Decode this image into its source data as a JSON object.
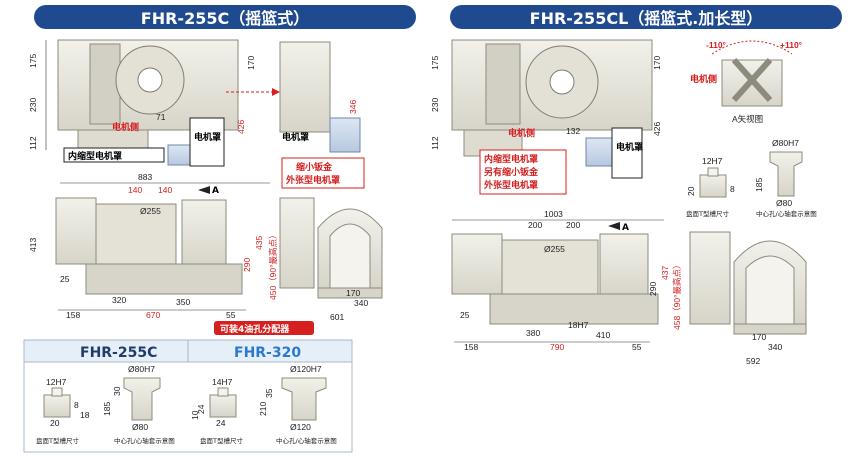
{
  "left": {
    "title": "FHR-255C（摇篮式）",
    "top_dims": {
      "h175": "175",
      "h230": "230",
      "h112": "112",
      "w71": "71",
      "h170": "170",
      "h346": "346",
      "h426": "426"
    },
    "labels": {
      "motor_side": "电机侧",
      "motor_cover": "电机罩",
      "inner_cover": "内缩型电机罩",
      "outer_cover_l1": "缩小钣金",
      "outer_cover_l2": "外张型电机罩"
    },
    "front_dims": {
      "w883": "883",
      "w140a": "140",
      "w140b": "140",
      "d255": "Ø255",
      "h413": "413",
      "h290": "290",
      "h435": "435",
      "h450": "450（90°最高点）",
      "h25": "25",
      "w320": "320",
      "w350": "350",
      "w158": "158",
      "w670": "670",
      "w55": "55",
      "w170": "170",
      "w340": "340",
      "w601": "601"
    },
    "arrow_a": "A",
    "oil_note": "可装4油孔分配器"
  },
  "right": {
    "title": "FHR-255CL（摇篮式.加长型）",
    "top_dims": {
      "h175": "175",
      "h230": "230",
      "h112": "112",
      "w132": "132",
      "h170": "170",
      "h426": "426"
    },
    "labels": {
      "motor_side": "电机侧",
      "motor_cover": "电机罩",
      "inner_cover": "内缩型电机罩",
      "outer_l1": "另有缩小钣金",
      "outer_l2": "外张型电机罩"
    },
    "angle_view": {
      "neg": "-110°",
      "pos": "+110°",
      "motor_side": "电机侧",
      "caption": "A矢视图"
    },
    "tslot": {
      "h12": "12H7",
      "d80": "Ø80H7",
      "h20": "20",
      "h185": "185",
      "h8": "8",
      "d80b": "Ø80",
      "cap1": "盘面T型槽尺寸",
      "cap2": "中心孔/心轴套示意图"
    },
    "front_dims": {
      "w1003": "1003",
      "w200a": "200",
      "w200b": "200",
      "d255": "Ø255",
      "arrow_a": "A",
      "h290": "290",
      "h437": "437",
      "h458": "458（90°最高点）",
      "h25": "25",
      "w18": "18H7",
      "w380": "380",
      "w410": "410",
      "w158": "158",
      "w790": "790",
      "w55": "55",
      "w170": "170",
      "w340": "340",
      "w592": "592"
    }
  },
  "bottom": {
    "fhr255c": {
      "title": "FHR-255C",
      "h12": "12H7",
      "d80": "Ø80H7",
      "h185": "185",
      "h8": "8",
      "h30": "30",
      "w20": "20",
      "d80b": "Ø80",
      "h18": "18",
      "cap1": "盘面T型槽尺寸",
      "cap2": "中心孔/心轴套示意图"
    },
    "fhr320": {
      "title": "FHR-320",
      "h14": "14H7",
      "d120": "Ø120H7",
      "h35": "35",
      "h210": "210",
      "h24": "24",
      "h10": "10",
      "w24": "24",
      "d120b": "Ø120",
      "cap1": "盘面T型槽尺寸",
      "cap2": "中心孔/心轴套示意图"
    }
  },
  "colors": {
    "banner": "#1f4a8f",
    "red_dim": "#d62020",
    "machine_body": "#e8e6dc",
    "machine_edge": "#8d8b7e",
    "motor_blue": "#c9d8ec",
    "bottom_header": "#e6eef8"
  }
}
